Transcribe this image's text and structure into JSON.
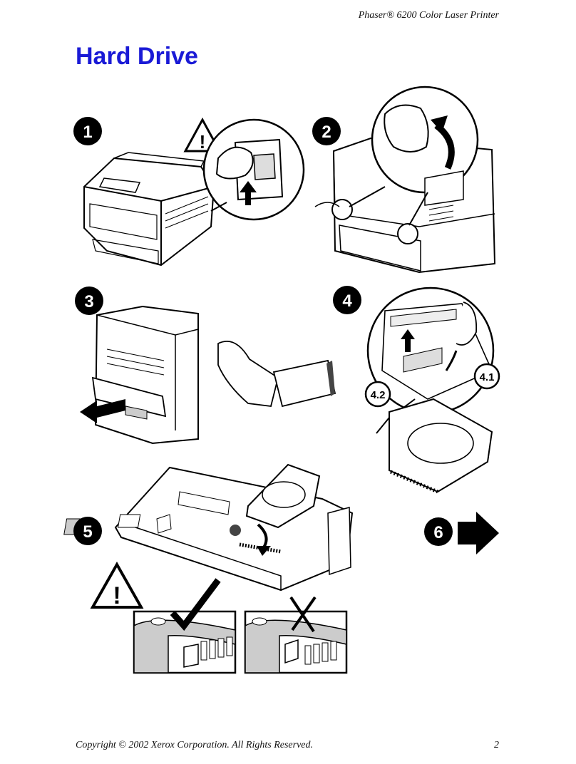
{
  "header": {
    "product": "Phaser® 6200 Color Laser Printer"
  },
  "title": "Hard Drive",
  "steps": {
    "s1": "1",
    "s2": "2",
    "s3": "3",
    "s4": "4",
    "s5": "5",
    "s6": "6"
  },
  "substeps": {
    "a": "4.1",
    "b": "4.2"
  },
  "warning_symbol": "!",
  "footer": {
    "copyright": "Copyright © 2002 Xerox Corporation. All Rights Reserved.",
    "page": "2"
  },
  "icons": [
    "warning-icon",
    "arrow-up-icon",
    "rotate-arrow-icon",
    "pull-arrow-icon",
    "arrow-right-icon",
    "checkmark-icon",
    "x-mark-icon"
  ]
}
